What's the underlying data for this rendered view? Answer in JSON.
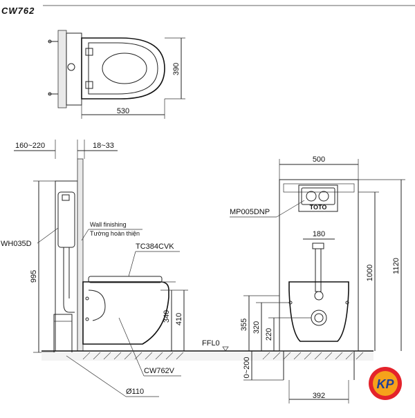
{
  "drawing": {
    "model_code": "CW762",
    "top_view": {
      "width": "530",
      "depth": "390"
    },
    "side_view": {
      "wall_offset": "160~220",
      "wall_thickness": "18~33",
      "tank_model": "WH035D",
      "wall_finishing_en": "Wall finishing",
      "wall_finishing_vi": "Tường hoàn thiện",
      "seat_model": "TC384CVK",
      "bowl_model": "CW762V",
      "frame_height": "995",
      "rim_height_a": "340",
      "rim_height_b": "410",
      "floor_label": "FFL0",
      "pipe_diameter": "Ø110"
    },
    "front_view": {
      "frame_width": "500",
      "flush_plate": "MP005DNP",
      "brand": "TOTO",
      "bolt_spacing": "180",
      "h_1000": "1000",
      "h_1120": "1120",
      "h_355": "355",
      "h_320": "320",
      "h_220": "220",
      "floor_adjust": "0~200",
      "leg_spacing": "392"
    },
    "logo_text": "KP"
  }
}
